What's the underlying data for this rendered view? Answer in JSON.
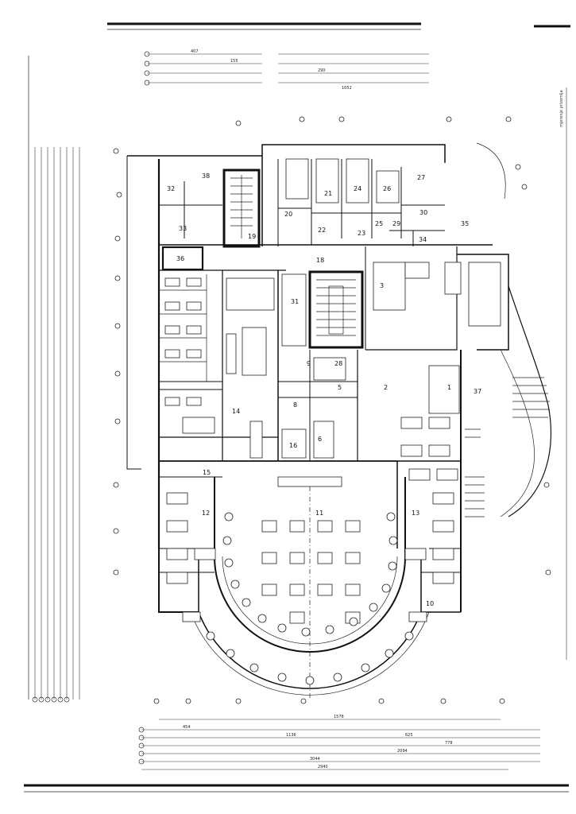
{
  "plan": {
    "rooms": [
      {
        "id": "r1",
        "label": "1"
      },
      {
        "id": "r2",
        "label": "2"
      },
      {
        "id": "r3",
        "label": "3"
      },
      {
        "id": "r5",
        "label": "5"
      },
      {
        "id": "r6",
        "label": "6"
      },
      {
        "id": "r8",
        "label": "8"
      },
      {
        "id": "r9",
        "label": "9"
      },
      {
        "id": "r10",
        "label": "10"
      },
      {
        "id": "r11",
        "label": "11"
      },
      {
        "id": "r12",
        "label": "12"
      },
      {
        "id": "r13",
        "label": "13"
      },
      {
        "id": "r14",
        "label": "14"
      },
      {
        "id": "r15",
        "label": "15"
      },
      {
        "id": "r16",
        "label": "16"
      },
      {
        "id": "r18",
        "label": "18"
      },
      {
        "id": "r19",
        "label": "19"
      },
      {
        "id": "r20",
        "label": "20"
      },
      {
        "id": "r21",
        "label": "21"
      },
      {
        "id": "r22",
        "label": "22"
      },
      {
        "id": "r23",
        "label": "23"
      },
      {
        "id": "r24",
        "label": "24"
      },
      {
        "id": "r25",
        "label": "25"
      },
      {
        "id": "r26",
        "label": "26"
      },
      {
        "id": "r27",
        "label": "27"
      },
      {
        "id": "r28",
        "label": "28"
      },
      {
        "id": "r29",
        "label": "29"
      },
      {
        "id": "r30",
        "label": "30"
      },
      {
        "id": "r31",
        "label": "31"
      },
      {
        "id": "r32",
        "label": "32"
      },
      {
        "id": "r33",
        "label": "33"
      },
      {
        "id": "r34",
        "label": "34"
      },
      {
        "id": "r35",
        "label": "35"
      },
      {
        "id": "r36",
        "label": "36"
      },
      {
        "id": "r37",
        "label": "37"
      },
      {
        "id": "r38",
        "label": "38"
      }
    ],
    "bottom_dimensions": [
      "1578",
      "454",
      "1136",
      "625",
      "3044",
      "2094",
      "778",
      "2940"
    ],
    "top_dimensions": [
      "407",
      "155",
      "290",
      "1052"
    ],
    "right_label": "mjerenje prizemlja"
  }
}
